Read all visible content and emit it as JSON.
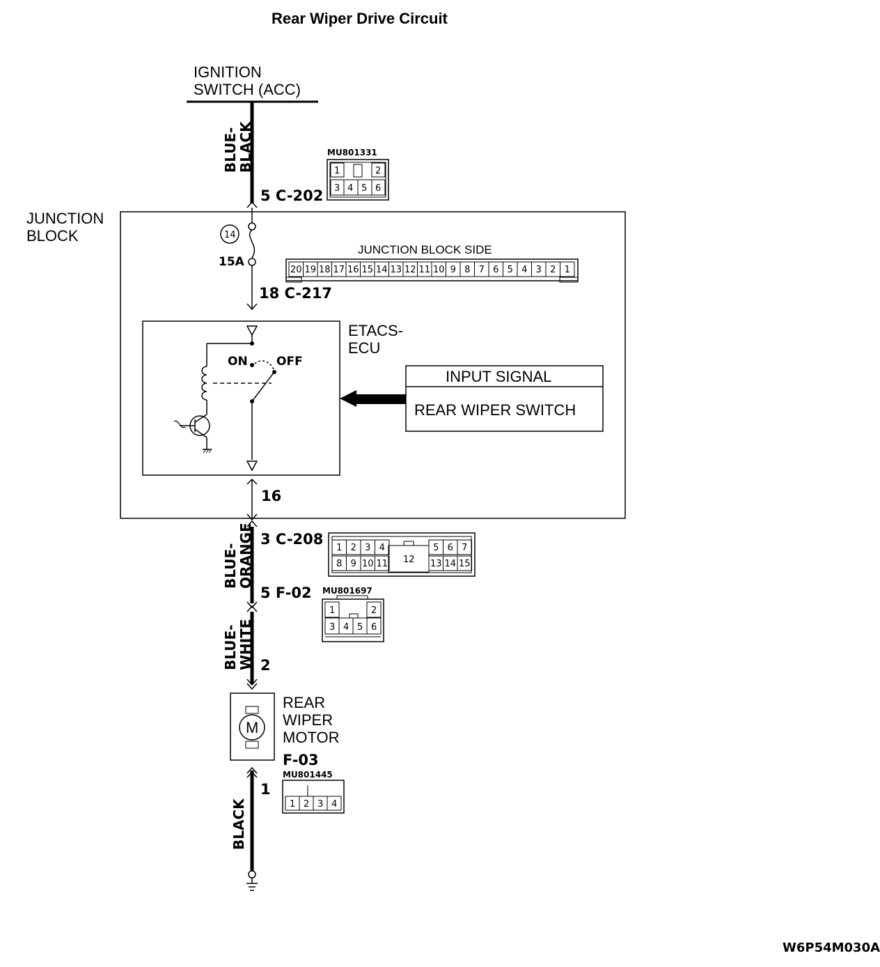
{
  "title": "Rear Wiper Drive Circuit",
  "diagram_id": "W6P54M030A",
  "ignition": {
    "line1": "IGNITION",
    "line2": "SWITCH (ACC)"
  },
  "wires": {
    "blue_black": {
      "line1": "BLUE-",
      "line2": "BLACK"
    },
    "blue_orange": {
      "line1": "BLUE-",
      "line2": "ORANGE"
    },
    "blue_white": {
      "line1": "BLUE-",
      "line2": "WHITE"
    },
    "black": "BLACK"
  },
  "connectors": {
    "c202": {
      "label": "5 C-202",
      "part": "MU801331",
      "pins_top": [
        "1",
        "2"
      ],
      "pins_bottom": [
        "3",
        "4",
        "5",
        "6"
      ]
    },
    "c217": {
      "label": "18 C-217"
    },
    "c208": {
      "label": "3 C-208",
      "pins_top": [
        "1",
        "2",
        "3",
        "4",
        "5",
        "6",
        "7"
      ],
      "pins_bottom": [
        "8",
        "9",
        "10",
        "11",
        "13",
        "14",
        "15"
      ],
      "center": "12"
    },
    "f02": {
      "label": "5 F-02",
      "part": "MU801697",
      "pins_top": [
        "1",
        "2"
      ],
      "pins_bottom": [
        "3",
        "4",
        "5",
        "6"
      ]
    },
    "motor_pin": "2",
    "f03": {
      "label": "F-03",
      "part": "MU801445",
      "pin": "1",
      "pins": [
        "1",
        "2",
        "3",
        "4"
      ]
    },
    "etacs_out": "16"
  },
  "junction_block": {
    "line1": "JUNCTION",
    "line2": "BLOCK",
    "side_label": "JUNCTION BLOCK SIDE",
    "side_pins": [
      "20",
      "19",
      "18",
      "17",
      "16",
      "15",
      "14",
      "13",
      "12",
      "11",
      "10",
      "9",
      "8",
      "7",
      "6",
      "5",
      "4",
      "3",
      "2",
      "1"
    ]
  },
  "fuse": {
    "number": "14",
    "rating": "15A"
  },
  "etacs": {
    "line1": "ETACS-",
    "line2": "ECU",
    "on": "ON",
    "off": "OFF",
    "input_header": "INPUT SIGNAL",
    "input_value": "REAR WIPER SWITCH"
  },
  "motor": {
    "line1": "REAR",
    "line2": "WIPER",
    "line3": "MOTOR",
    "symbol": "M"
  }
}
